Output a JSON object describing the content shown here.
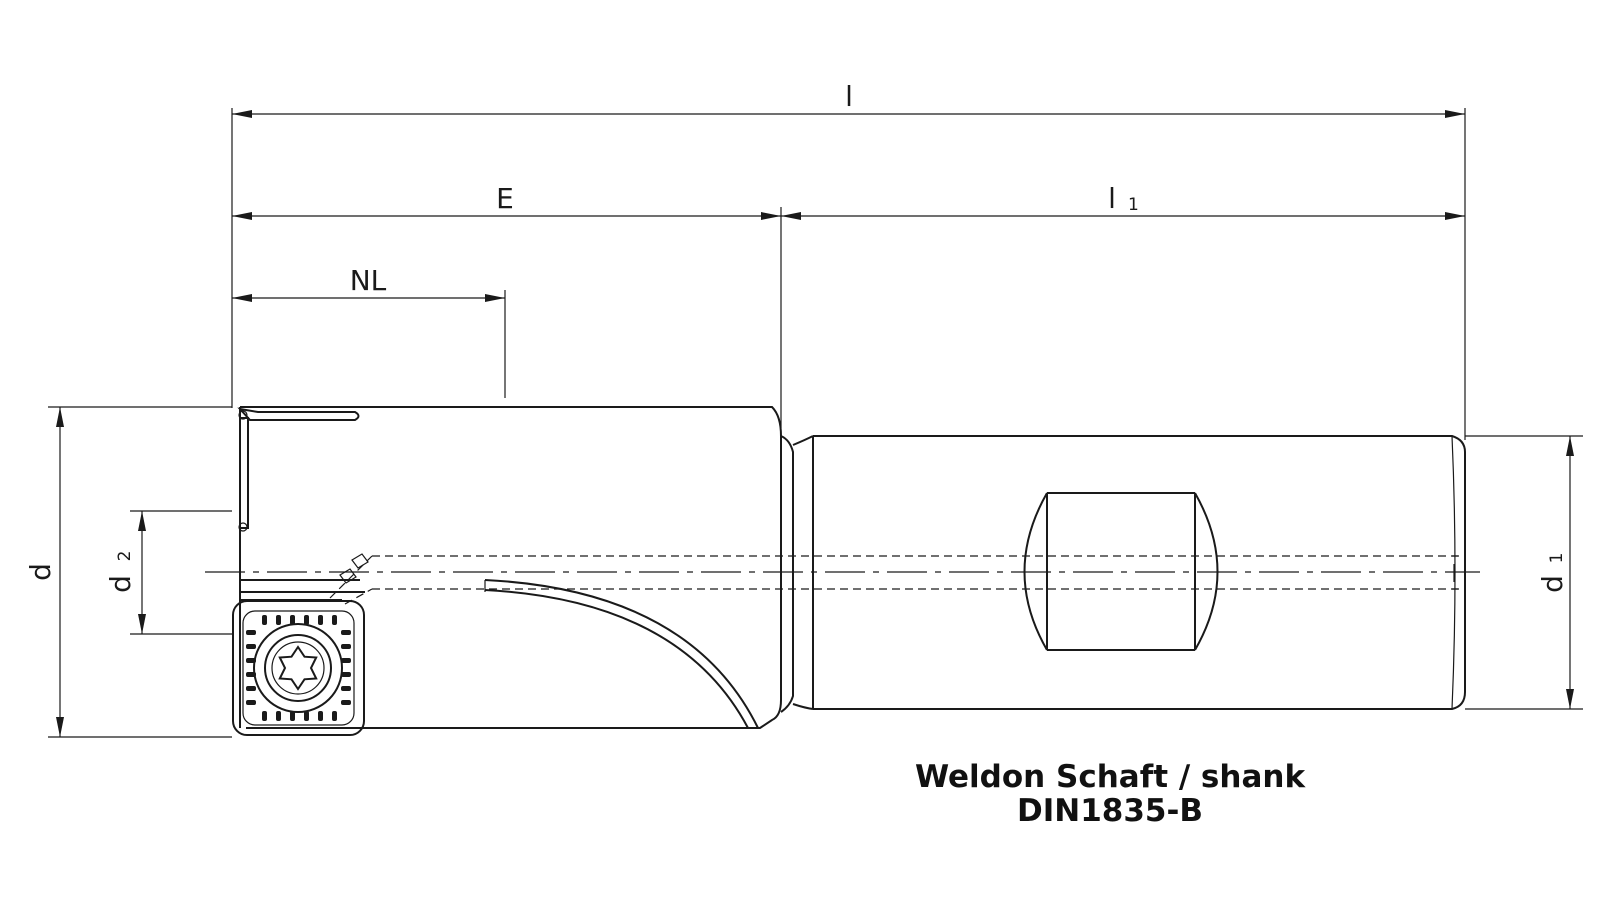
{
  "dimensions": {
    "overall_length": "l",
    "head_length": "E",
    "shank_length_main": "l",
    "shank_length_sub": "1",
    "neck_length": "NL",
    "cutting_diameter": "d",
    "inner_diameter_main": "d",
    "inner_diameter_sub": "2",
    "shank_diameter_main": "d",
    "shank_diameter_sub": "1"
  },
  "caption": {
    "line1": "Weldon Schaft / shank",
    "line2": "DIN1835-B"
  },
  "icons": {
    "insert_screw": "torx-screw-icon"
  },
  "colors": {
    "line": "#1a1a1a",
    "background": "#ffffff"
  }
}
